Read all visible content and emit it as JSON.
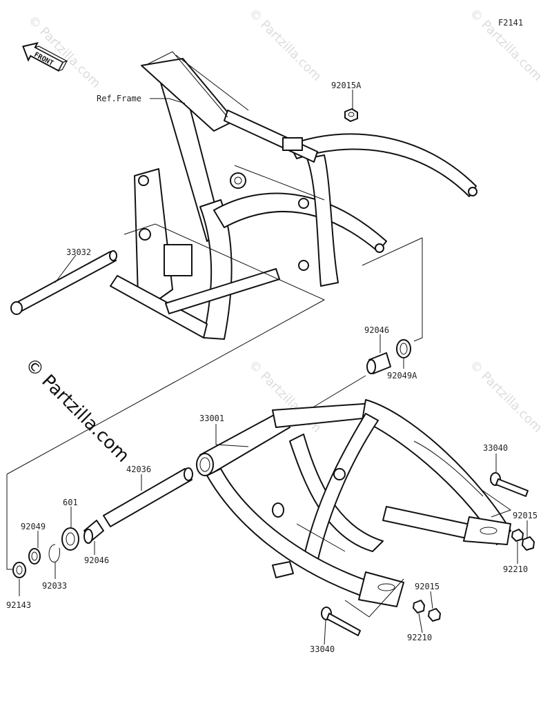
{
  "figure_code": "F2141",
  "front_label": "FRONT",
  "watermark": "© Partzilla.com",
  "ref_frame_label": "Ref.Frame",
  "parts": {
    "p92015A": "92015A",
    "p33032": "33032",
    "p92046_top": "92046",
    "p92049A": "92049A",
    "p33001": "33001",
    "p42036": "42036",
    "p601": "601",
    "p92049": "92049",
    "p92046_bottom": "92046",
    "p92033": "92033",
    "p92143": "92143",
    "p33040_right": "33040",
    "p92015_right": "92015",
    "p92210_right": "92210",
    "p92015_bottom": "92015",
    "p92210_bottom": "92210",
    "p33040_bottom": "33040"
  }
}
